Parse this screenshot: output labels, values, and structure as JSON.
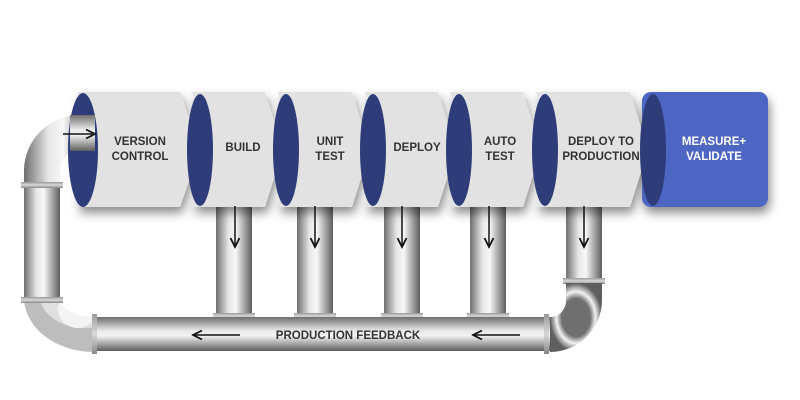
{
  "stages": [
    {
      "line1": "VERSION",
      "line2": "CONTROL"
    },
    {
      "line1": "BUILD",
      "line2": ""
    },
    {
      "line1": "UNIT",
      "line2": "TEST"
    },
    {
      "line1": "DEPLOY",
      "line2": ""
    },
    {
      "line1": "AUTO",
      "line2": "TEST"
    },
    {
      "line1": "DEPLOY TO",
      "line2": "PRODUCTION"
    }
  ],
  "final_stage": {
    "line1": "MEASURE+",
    "line2": "VALIDATE"
  },
  "feedback_label": "PRODUCTION FEEDBACK",
  "colors": {
    "stage_fill": "#e2e2e2",
    "ellipse_fill": "#2e3d7a",
    "final_fill": "#4d65c3",
    "pipe": "#a8a8a8"
  },
  "icons": {
    "flow_arrow": "right-arrow",
    "down_arrows": "down-arrow",
    "feedback_arrows": "left-arrow"
  }
}
